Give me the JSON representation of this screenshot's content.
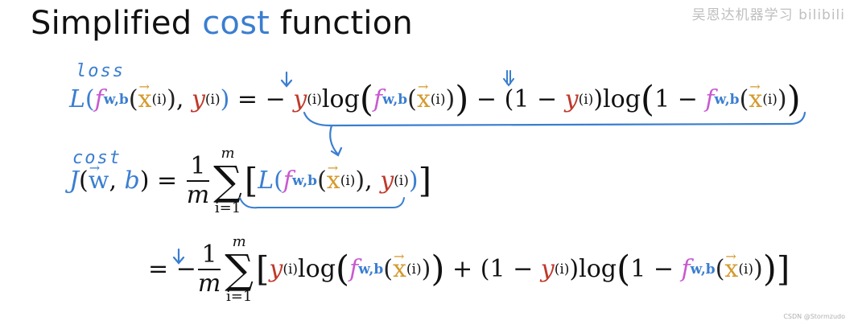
{
  "title": {
    "part1": "Simplified ",
    "part2": "cost",
    "part3": " function"
  },
  "watermark": "吴恩达机器学习 bilibili",
  "credit": "CSDN @Stormzudo",
  "annotations": {
    "loss": "loss",
    "cost": "cost"
  },
  "colors": {
    "accent": "#3a7ed0",
    "x_vector": "#d49a2c",
    "model_f": "#c85ad0",
    "text": "#111111"
  },
  "symbols": {
    "L": "L",
    "J": "J",
    "f": "f",
    "wb": "w,b",
    "y": "y",
    "x": "x",
    "i": "(i)",
    "log": "log",
    "one": "1",
    "m": "m",
    "i_eq_1": "i=1",
    "b": "b",
    "w": "w",
    "sum": "∑",
    "eq": "=",
    "minus": "−",
    "plus": "+",
    "comma": ",",
    "lparen": "(",
    "rparen": ")",
    "lbrack": "[",
    "rbrack": "]",
    "vec_arrow": "→"
  },
  "icons": [
    "down-arrow-annotation",
    "underbrace-annotation"
  ]
}
